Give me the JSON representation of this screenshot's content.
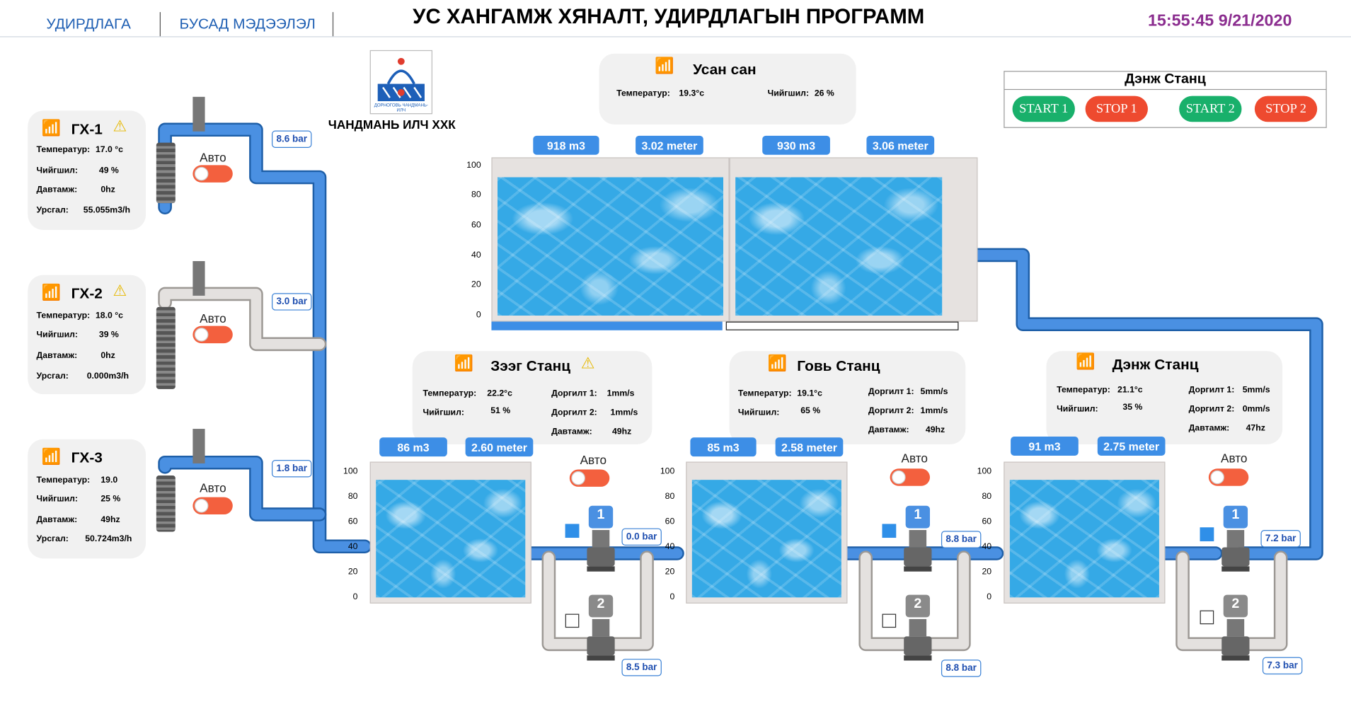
{
  "nav": {
    "tab_control": "УДИРДЛАГА",
    "tab_info": "БУСАД МЭДЭЭЛЭЛ"
  },
  "header": {
    "title": "УС ХАНГАМЖ ХЯНАЛТ, УДИРДЛАГЫН ПРОГРАММ",
    "datetime": "15:55:45 9/21/2020"
  },
  "company": {
    "name": "ЧАНДМАНЬ ИЛЧ ХХК",
    "logo_text": "ДОРНОГОВЬ ЧАНДМАНЬ-ИЛЧ"
  },
  "labels": {
    "temp": "Температур:",
    "humidity": "Чийгшил:",
    "freq": "Давтамж:",
    "flow": "Урсгал:",
    "vib1": "Доргилт 1:",
    "vib2": "Доргилт 2:",
    "auto": "Авто"
  },
  "wells": [
    {
      "name": "ГХ-1",
      "temp": "17.0 °c",
      "humidity": "49 %",
      "freq": "0hz",
      "flow": "55.055m3/h",
      "pressure": "8.6 bar",
      "active": true
    },
    {
      "name": "ГХ-2",
      "temp": "18.0 °c",
      "humidity": "39 %",
      "freq": "0hz",
      "flow": "0.000m3/h",
      "pressure": "3.0 bar",
      "active": false
    },
    {
      "name": "ГХ-3",
      "temp": "19.0",
      "humidity": "25 %",
      "freq": "49hz",
      "flow": "50.724m3/h",
      "pressure": "1.8 bar",
      "active": true
    }
  ],
  "reservoir": {
    "title": "Усан сан",
    "temp": "19.3°c",
    "humidity": "26 %",
    "tank1": {
      "volume": "918 m3",
      "level": "3.02 meter"
    },
    "tank2": {
      "volume": "930 m3",
      "level": "3.06 meter"
    }
  },
  "control": {
    "title": "Дэнж Станц",
    "start1": "START 1",
    "stop1": "STOP 1",
    "start2": "START 2",
    "stop2": "STOP 2"
  },
  "stations": [
    {
      "name": "Зээг Станц",
      "warning": true,
      "temp": "22.2°c",
      "humidity": "51 %",
      "vib1": "1mm/s",
      "vib2": "1mm/s",
      "freq": "49hz",
      "volume": "86 m3",
      "level": "2.60 meter",
      "pump1_pressure": "0.0 bar",
      "pump2_pressure": "8.5 bar"
    },
    {
      "name": "Говь Станц",
      "warning": false,
      "temp": "19.1°c",
      "humidity": "65 %",
      "vib1": "5mm/s",
      "vib2": "1mm/s",
      "freq": "49hz",
      "volume": "85 m3",
      "level": "2.58 meter",
      "pump1_pressure": "8.8 bar",
      "pump2_pressure": "8.8 bar"
    },
    {
      "name": "Дэнж Станц",
      "warning": false,
      "temp": "21.1°c",
      "humidity": "35 %",
      "vib1": "5mm/s",
      "vib2": "0mm/s",
      "freq": "47hz",
      "volume": "91 m3",
      "level": "2.75 meter",
      "pump1_pressure": "7.2 bar",
      "pump2_pressure": "7.3 bar"
    }
  ],
  "pump_numbers": {
    "p1": "1",
    "p2": "2"
  },
  "axis_ticks": {
    "t100": "100",
    "t80": "80",
    "t60": "60",
    "t40": "40",
    "t20": "20",
    "t0": "0"
  },
  "colors": {
    "pipe_active": "#4a90e2",
    "pipe_idle": "#d9d6d4",
    "start": "#19b06b",
    "stop": "#ee4a2f",
    "clock": "#8b2d8f"
  }
}
